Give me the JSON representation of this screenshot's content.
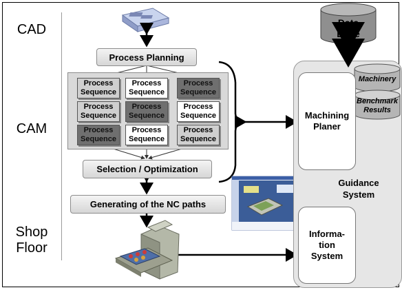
{
  "stages": {
    "cad": "CAD",
    "cam": "CAM",
    "shop": "Shop\nFloor"
  },
  "process_planning": "Process Planning",
  "process_sequence": [
    {
      "label": "Process\nSequence",
      "shade": "l"
    },
    {
      "label": "Process\nSequence",
      "shade": "w"
    },
    {
      "label": "Process\nSequence",
      "shade": "d"
    },
    {
      "label": "Process\nSequence",
      "shade": "l"
    },
    {
      "label": "Process\nSequence",
      "shade": "d"
    },
    {
      "label": "Process\nSequence",
      "shade": "w"
    },
    {
      "label": "Process\nSequence",
      "shade": "d"
    },
    {
      "label": "Process\nSequence",
      "shade": "w"
    },
    {
      "label": "Process\nSequence",
      "shade": "l"
    }
  ],
  "selection": "Selection / Optimization",
  "nc_paths": "Generating of the NC paths",
  "database": "Data\nBase",
  "machinery": "Machinery",
  "benchmark": "Benchmark\nResults",
  "machining_planer": "Machining\nPlaner",
  "guidance": "Guidance\nSystem",
  "information": "Informa-\ntion\nSystem"
}
